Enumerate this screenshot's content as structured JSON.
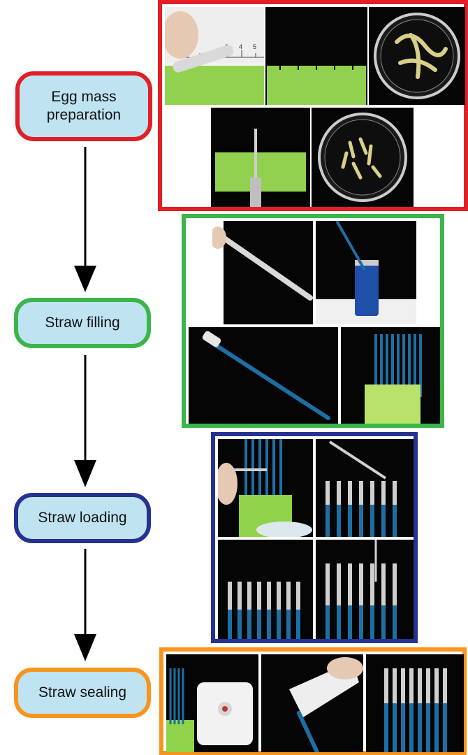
{
  "steps": [
    {
      "line1": "Egg mass",
      "line2": "preparation",
      "color": "#e21f26"
    },
    {
      "line1": "Straw filling",
      "line2": "",
      "color": "#3bb54a"
    },
    {
      "line1": "Straw loading",
      "line2": "",
      "color": "#25328f"
    },
    {
      "line1": "Straw sealing",
      "line2": "",
      "color": "#f7941d"
    }
  ],
  "photo_panels": {
    "preparation": {
      "border_color": "#e21f26",
      "photos": 5
    },
    "filling": {
      "border_color": "#3bb54a",
      "photos": 4
    },
    "loading": {
      "border_color": "#25328f",
      "photos": 4
    },
    "sealing": {
      "border_color": "#f7941d",
      "photos": 3
    }
  },
  "ruler_ticks": [
    "3",
    "4",
    "5"
  ],
  "colors": {
    "step_fill": "#bfe3f1",
    "arrow": "#000000",
    "green_paper": "#92d14f",
    "blue_liquid": "#1d6fa3"
  }
}
